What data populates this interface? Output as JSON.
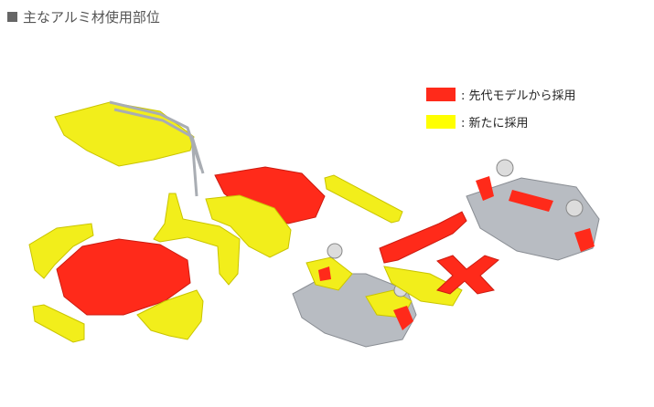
{
  "title": "主なアルミ材使用部位",
  "legend": [
    {
      "label": ": 先代モデルから採用",
      "color": "#ff2a1a"
    },
    {
      "label": ": 新たに採用",
      "color": "#ffff00"
    }
  ],
  "colors": {
    "red": "#ff2a1a",
    "yellow": "#f2ee1b",
    "frame": "#a9adb3",
    "title_square": "#666666"
  }
}
